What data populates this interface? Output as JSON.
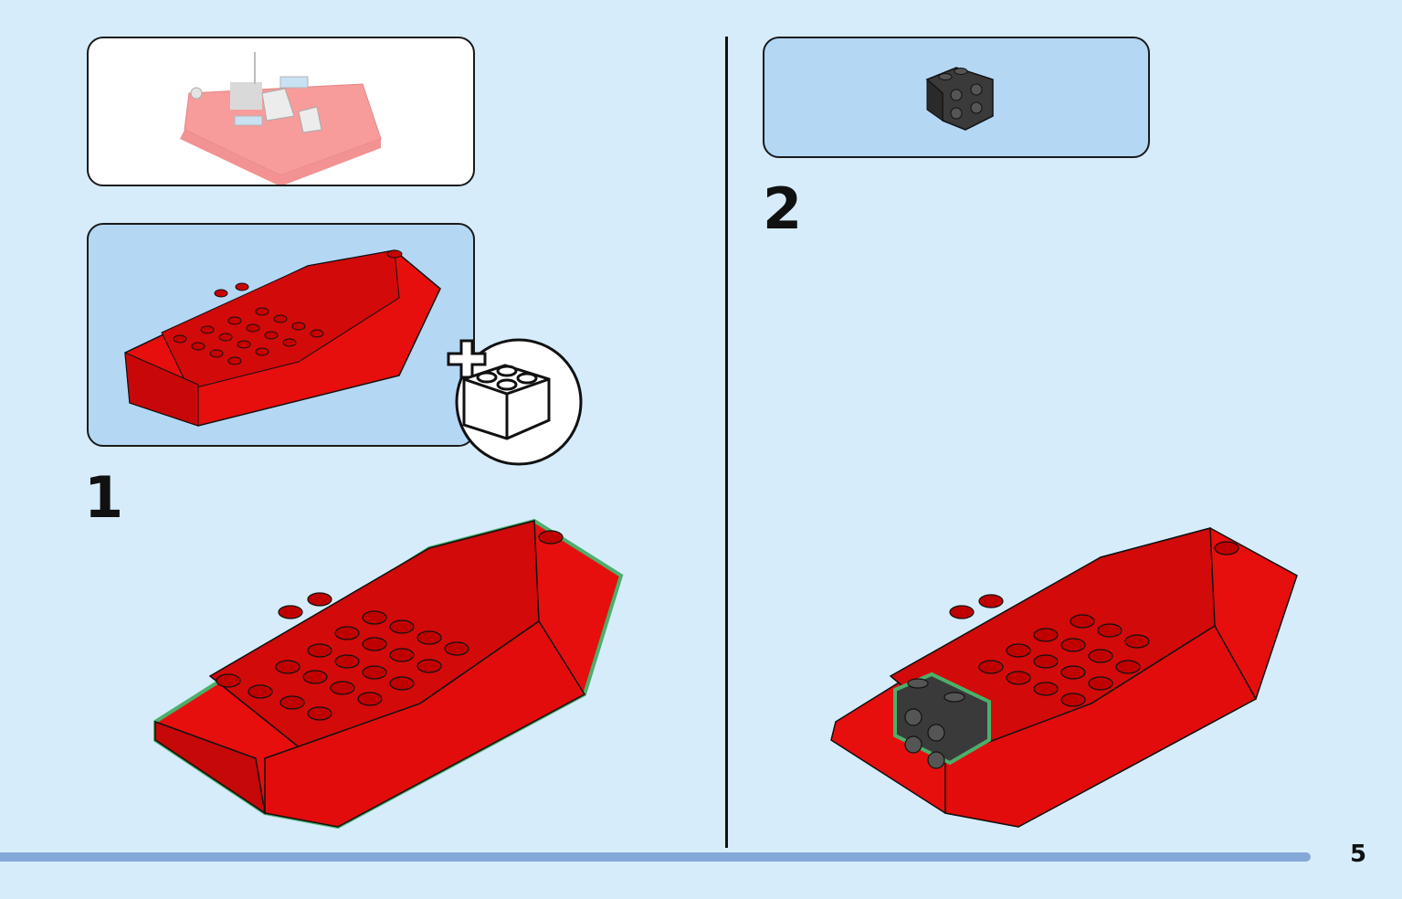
{
  "page": {
    "number": "5"
  },
  "steps": [
    {
      "number": "1"
    },
    {
      "number": "2"
    }
  ],
  "colors": {
    "background": "#d6ecfb",
    "callout": "#b4d7f4",
    "boat_red": "#e70e0e",
    "brick_dark": "#3a3a3a",
    "highlight_green": "#4caf6a",
    "progress": "#84a8d8"
  },
  "icons": {
    "add_brick": "plus-brick-icon",
    "part": "dark-bracket-brick"
  }
}
